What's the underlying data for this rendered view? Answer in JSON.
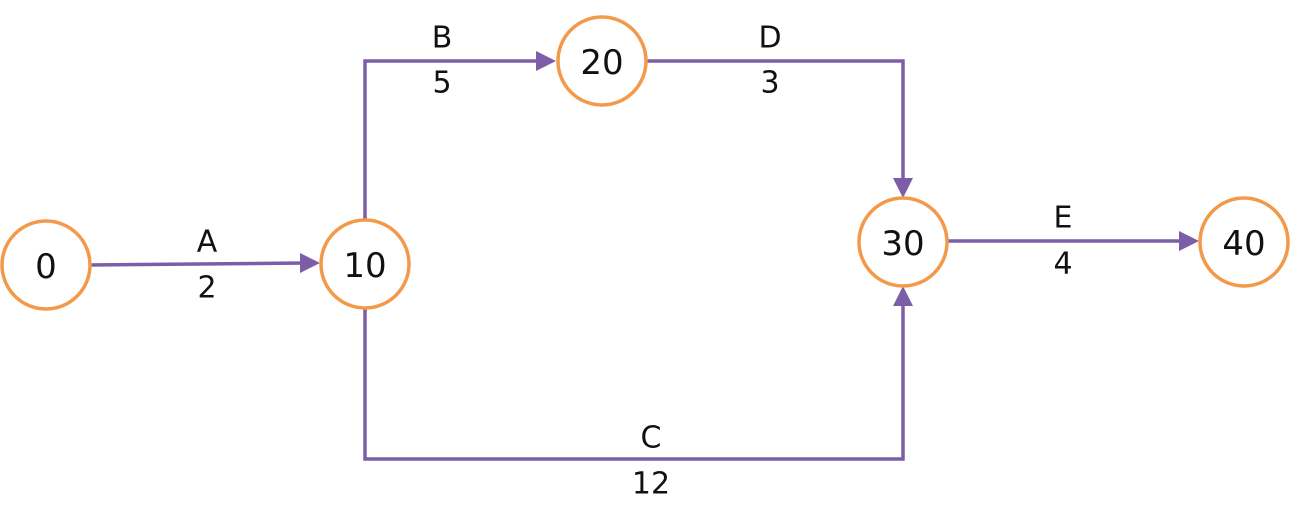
{
  "colors": {
    "node_stroke": "#F39A4A",
    "edge": "#7B5EA7",
    "text": "#111111"
  },
  "nodes": [
    {
      "id": "n0",
      "label": "0"
    },
    {
      "id": "n10",
      "label": "10"
    },
    {
      "id": "n20",
      "label": "20"
    },
    {
      "id": "n30",
      "label": "30"
    },
    {
      "id": "n40",
      "label": "40"
    }
  ],
  "edges": [
    {
      "id": "A",
      "from": "n0",
      "to": "n10",
      "name": "A",
      "duration": "2"
    },
    {
      "id": "B",
      "from": "n10",
      "to": "n20",
      "name": "B",
      "duration": "5"
    },
    {
      "id": "C",
      "from": "n10",
      "to": "n30",
      "name": "C",
      "duration": "12"
    },
    {
      "id": "D",
      "from": "n20",
      "to": "n30",
      "name": "D",
      "duration": "3"
    },
    {
      "id": "E",
      "from": "n30",
      "to": "n40",
      "name": "E",
      "duration": "4"
    }
  ]
}
